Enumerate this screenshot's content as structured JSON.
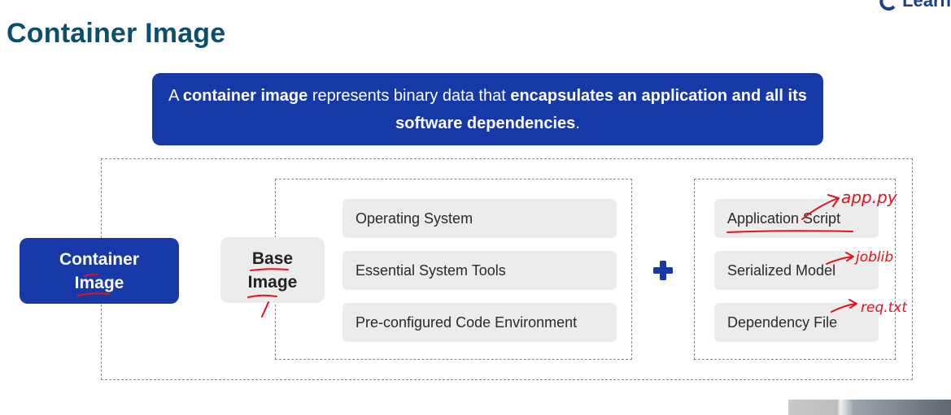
{
  "brand": {
    "logo_text": "Learn"
  },
  "slide": {
    "title": "Container Image",
    "definition": {
      "parts": [
        {
          "text": "A ",
          "bold": false
        },
        {
          "text": "container image",
          "bold": true
        },
        {
          "text": " represents binary data that ",
          "bold": false
        },
        {
          "text": "encapsulates an application and all its software dependencies",
          "bold": true
        },
        {
          "text": ".",
          "bold": false
        }
      ]
    },
    "container_image": {
      "line1": "Container",
      "line2": "Image"
    },
    "base_image": {
      "line1": "Base",
      "line2": "Image"
    },
    "base_components": [
      "Operating System",
      "Essential System Tools",
      "Pre-configured Code Environment"
    ],
    "plus_icon": "plus-icon",
    "app_components": [
      "Application Script",
      "Serialized Model",
      "Dependency File"
    ]
  },
  "annotations": {
    "handwritten": [
      "app.py",
      "joblib",
      "req.txt"
    ],
    "ink_color": "#e0141e"
  },
  "colors": {
    "primary_blue": "#1739a8",
    "title_teal": "#0b4f6c",
    "pill_grey": "#ececec"
  }
}
